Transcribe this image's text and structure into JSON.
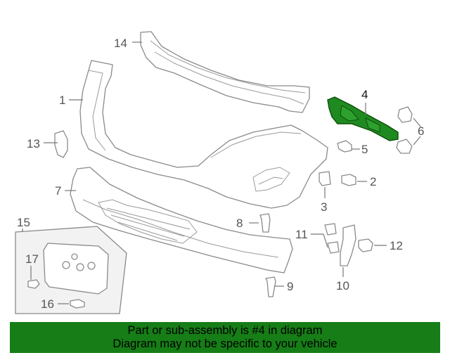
{
  "diagram": {
    "callouts": {
      "c1": "1",
      "c2": "2",
      "c3": "3",
      "c4": "4",
      "c5": "5",
      "c6": "6",
      "c7": "7",
      "c8": "8",
      "c9": "9",
      "c10": "10",
      "c11": "11",
      "c12": "12",
      "c13": "13",
      "c14": "14",
      "c15": "15",
      "c16": "16",
      "c17": "17"
    },
    "highlighted_part": "4",
    "highlight_color": "#1f8a1f",
    "line_color": "#8a8a8a"
  },
  "banner": {
    "line1": "Part or sub-assembly is #4 in diagram",
    "line2": "Diagram may not be specific to your vehicle",
    "background": "#167d17"
  }
}
